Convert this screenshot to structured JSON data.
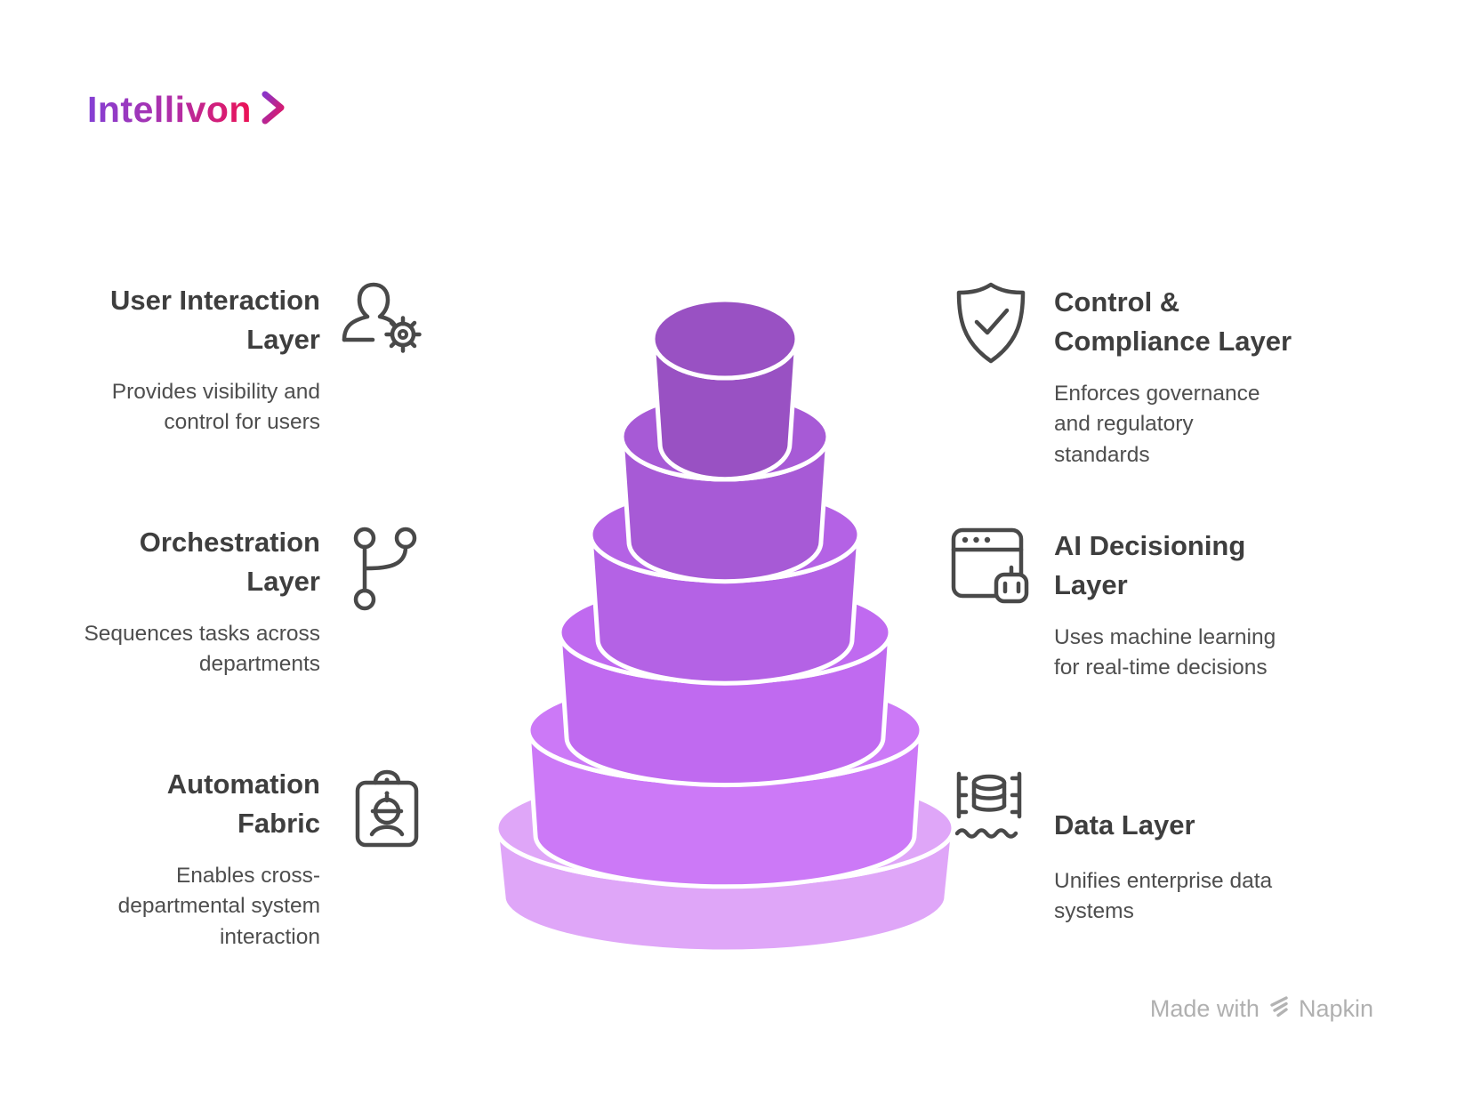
{
  "logo": {
    "text": "Intellivon",
    "chevron_icon": "chevron-right-icon"
  },
  "sections": {
    "left": [
      {
        "title": "User Interaction\nLayer",
        "description": "Provides visibility and\ncontrol for users",
        "icon": "user-gear-icon"
      },
      {
        "title": "Orchestration\nLayer",
        "description": "Sequences tasks across\ndepartments",
        "icon": "git-branch-icon"
      },
      {
        "title": "Automation\nFabric",
        "description": "Enables cross-\ndepartmental system\ninteraction",
        "icon": "engineer-badge-icon"
      }
    ],
    "right": [
      {
        "title": "Control &\nCompliance Layer",
        "description": "Enforces governance\nand regulatory\nstandards",
        "icon": "shield-check-icon"
      },
      {
        "title": "AI Decisioning\n Layer",
        "description": "Uses machine learning\nfor real-time decisions",
        "icon": "browser-robot-icon"
      },
      {
        "title": "Data Layer",
        "description": "Unifies enterprise data\nsystems",
        "icon": "data-lake-icon"
      }
    ]
  },
  "pyramid": {
    "type": "stacked-layer-funnel",
    "tier_count": 6,
    "tier_colors_top_to_bottom": [
      "#9951c3",
      "#a75ad6",
      "#b462e5",
      "#c06af0",
      "#cc79f7",
      "#dfa6f8"
    ],
    "separator_color": "#ffffff"
  },
  "footer": {
    "made_with": "Made with",
    "brand": "Napkin"
  },
  "colors": {
    "title_text": "#3e3e3e",
    "body_text": "#4e4e4e",
    "icon_stroke": "#494949",
    "logo_gradient_start": "#8440d4",
    "logo_gradient_end": "#ed1254",
    "footer_text": "#b0b0b0"
  }
}
